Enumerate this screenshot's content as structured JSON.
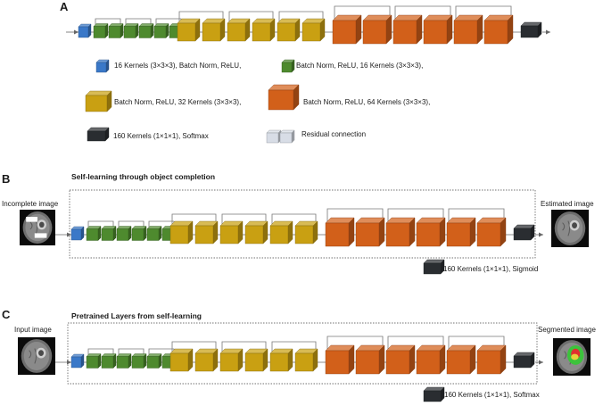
{
  "panels": {
    "a": {
      "letter": "A"
    },
    "b": {
      "letter": "B",
      "title": "Self-learning through object completion",
      "input_caption": "Incomplete image",
      "output_caption": "Estimated image",
      "output_note": "160 Kernels (1×1×1), Sigmoid"
    },
    "c": {
      "letter": "C",
      "title": "Pretrained Layers from self-learning",
      "input_caption": "Input image",
      "output_caption": "Segmented image",
      "output_note": "160 Kernels (1×1×1), Softmax"
    }
  },
  "legend": {
    "blue": "16 Kernels (3×3×3), Batch Norm, ReLU,",
    "green": "Batch Norm, ReLU, 16 Kernels (3×3×3),",
    "yellow": "Batch Norm, ReLU, 32 Kernels (3×3×3),",
    "orange": "Batch Norm, ReLU, 64 Kernels (3×3×3),",
    "black": "160 Kernels (1×1×1), Softmax",
    "residual": "Residual connection"
  },
  "colors": {
    "blue": "#3a78c8",
    "green": "#4e8a2e",
    "yellow": "#c9a012",
    "orange": "#d2601a",
    "black": "#2a2d31",
    "residual": "#d8dde6"
  }
}
